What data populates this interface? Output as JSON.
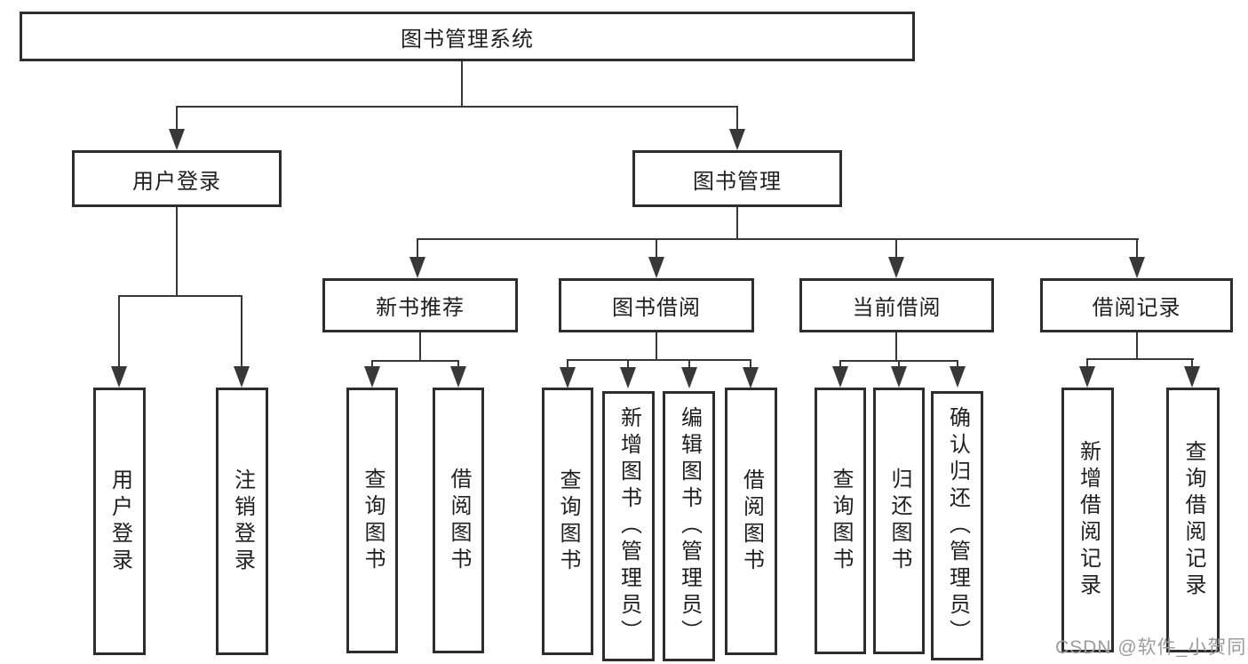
{
  "title": {
    "root": "图书管理系统"
  },
  "level2": {
    "user_login": "用户登录",
    "book_mgmt": "图书管理"
  },
  "level3": {
    "new_books": "新书推荐",
    "book_borrow": "图书借阅",
    "current_borrow": "当前借阅",
    "borrow_records": "借阅记录"
  },
  "leaves": {
    "login": [
      "用户登录",
      "注销登录"
    ],
    "new_books": [
      "查询图书",
      "借阅图书"
    ],
    "book_borrow": [
      "查询图书",
      "新增图书（管理员）",
      "编辑图书（管理员）",
      "借阅图书"
    ],
    "current_borrow": [
      "查询图书",
      "归还图书",
      "确认归还（管理员）"
    ],
    "borrow_records": [
      "新增借阅记录",
      "查询借阅记录"
    ]
  },
  "watermark": "CSDN @软件_小贺同学",
  "colors": {
    "line": "#383838",
    "border": "#2d2d2d",
    "text": "#1f1f1f",
    "watermark": "#9c9c9c",
    "bg": "#ffffff"
  }
}
